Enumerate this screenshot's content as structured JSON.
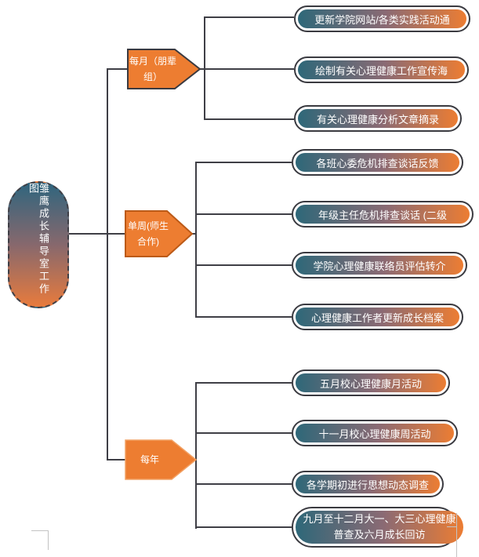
{
  "diagram": {
    "root": {
      "label": "雏鹰成长辅导室工作图"
    },
    "branches": [
      {
        "label": "每月（朋辈组）",
        "children": [
          "更新学院网站/各类实践活动通",
          "绘制有关心理健康工作宣传海",
          "有关心理健康分析文章摘录"
        ]
      },
      {
        "label": "单周(师生合作)",
        "children": [
          "各班心委危机排查谈话反馈",
          "年级主任危机排查谈话 (二级",
          "学院心理健康联络员评估转介",
          "心理健康工作者更新成长档案"
        ]
      },
      {
        "label": "每年",
        "children": [
          "五月校心理健康月活动",
          "十一月校心理健康周活动",
          "各学期初进行思想动态调查",
          "九月至十二月大一、大三心理健康普查及六月成长回访"
        ]
      }
    ],
    "colors": {
      "node_orange": "#ED7D31",
      "node_teal": "#2E6879",
      "border_dark": "#3A3A40",
      "connector": "#3F3F46",
      "gradient_mid": "#8A6A74"
    }
  }
}
